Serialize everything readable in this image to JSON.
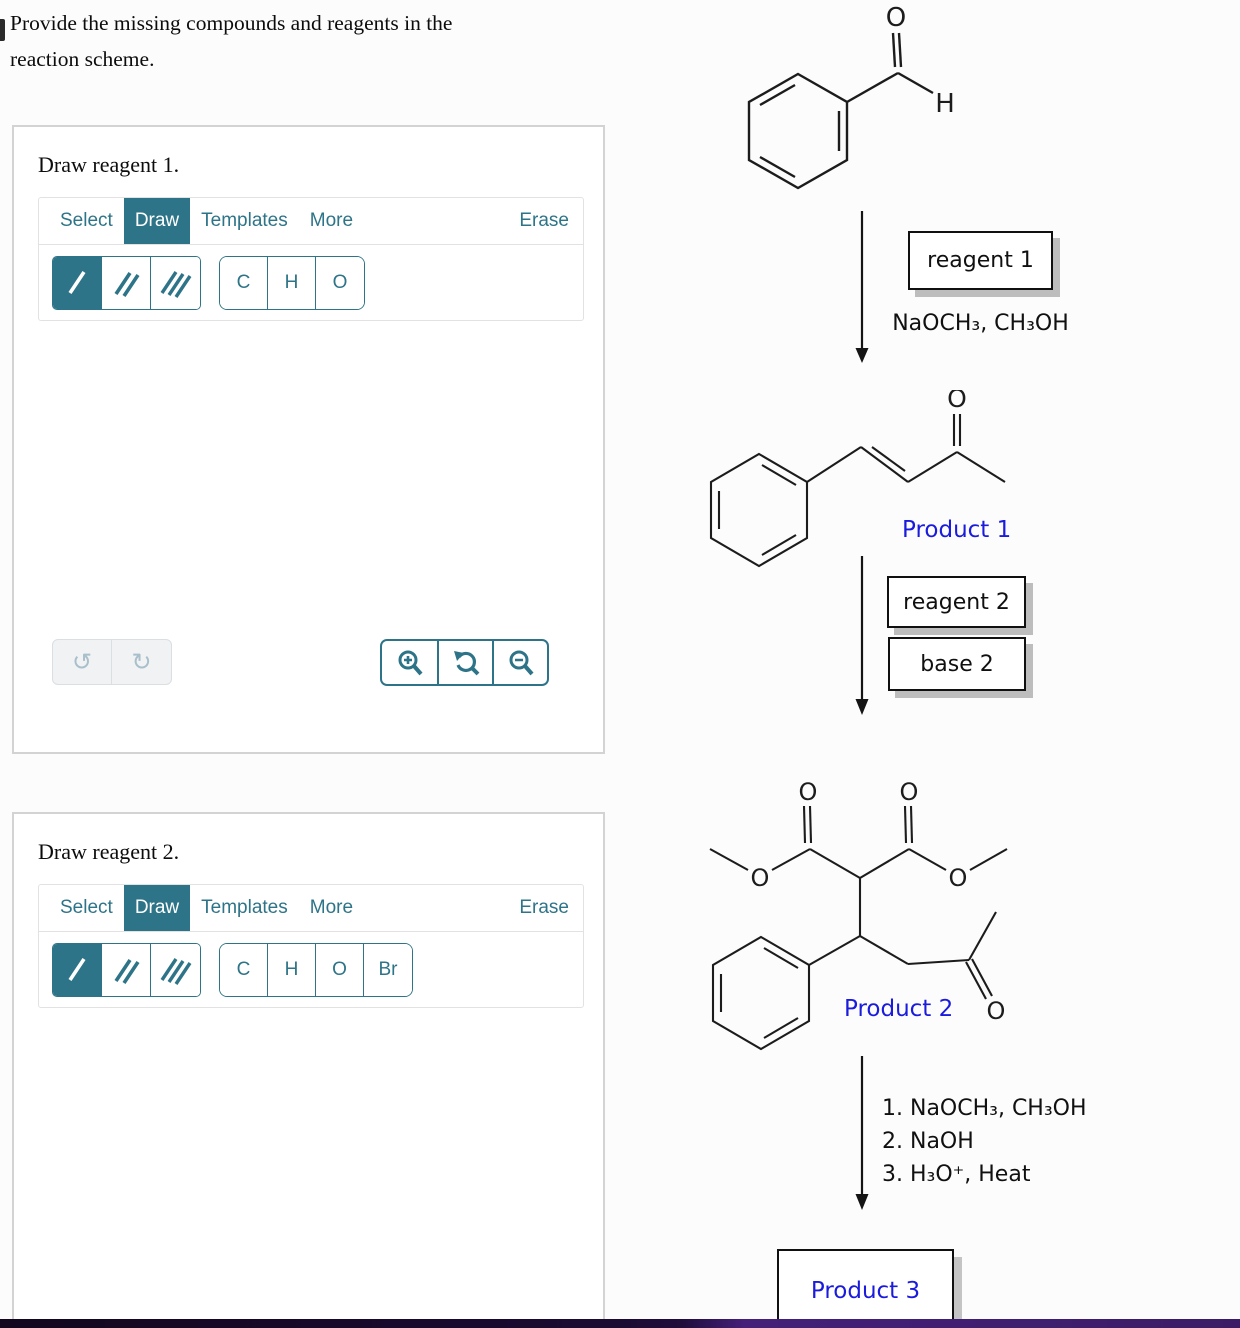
{
  "question": {
    "line1": "Provide the missing compounds and reagents in the",
    "line2": "reaction scheme."
  },
  "panels": [
    {
      "title": "Draw reagent 1."
    },
    {
      "title": "Draw reagent 2."
    }
  ],
  "toolbar": {
    "select": "Select",
    "draw": "Draw",
    "templates": "Templates",
    "more": "More",
    "erase": "Erase"
  },
  "atoms": [
    "C",
    "H",
    "O",
    "Br"
  ],
  "icons": {
    "undo": "↺",
    "redo": "↻"
  },
  "scheme": {
    "reagent1_box": "reagent 1",
    "step1_conditions": "NaOCH₃, CH₃OH",
    "product1_label": "Product 1",
    "reagent2_box": "reagent 2",
    "base2_box": "base 2",
    "product2_label": "Product 2",
    "final_conditions": [
      "1. NaOCH₃, CH₃OH",
      "2. NaOH",
      "3. H₃O⁺, Heat"
    ],
    "product3_label": "Product 3",
    "atom_o": "O",
    "atom_h": "H"
  },
  "colors": {
    "accent_teal": "#2e7488",
    "label_blue": "#1b1bdd",
    "structure_ink": "#1c1c1c",
    "panel_border": "#d3d3d3",
    "shadow_gray": "#bdbdbd",
    "bottom_bar_dark": "#1a0b33",
    "bottom_bar_purple": "#44207a"
  }
}
